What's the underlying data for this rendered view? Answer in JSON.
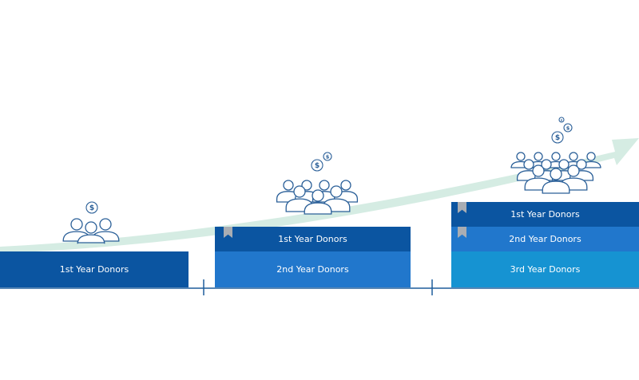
{
  "colors": {
    "first_year": "#0b55a1",
    "second_year": "#2177cc",
    "third_year": "#1693d2",
    "arrow": "#d5ece3",
    "icon_stroke": "#2a5f98",
    "baseline": "#1f5d9c"
  },
  "icons": {
    "people": "people-group-icon",
    "coin": "dollar-coin-icon",
    "bookmark": "bookmark-icon",
    "arrow": "growth-arrow-icon"
  },
  "stages": [
    {
      "blocks": [
        "1st Year Donors"
      ]
    },
    {
      "blocks": [
        "1st Year Donors",
        "2nd Year Donors"
      ]
    },
    {
      "blocks": [
        "1st Year Donors",
        "2nd Year Donors",
        "3rd Year Donors"
      ]
    }
  ]
}
